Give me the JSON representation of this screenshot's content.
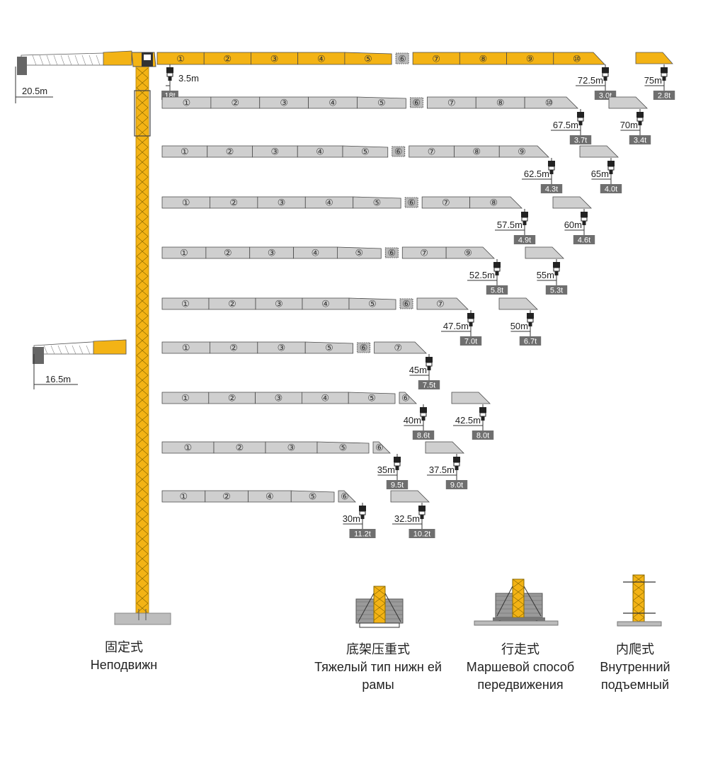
{
  "colors": {
    "jib_yellow": "#F3B315",
    "jib_grey": "#CFCFCF",
    "outline": "#4a4a4a",
    "badge": "#6f6f6f",
    "base": "#bdbdbd"
  },
  "top_jib": {
    "sections": [
      "①",
      "②",
      "③",
      "④",
      "⑤",
      "⑥",
      "⑦",
      "⑧",
      "⑨",
      "⑩"
    ],
    "min_radius": "3.5m",
    "max_load": "18t",
    "radius": "72.5m",
    "load": "3.0t",
    "alt_radius": "75m",
    "alt_load": "2.8t"
  },
  "counter_jibs": [
    {
      "length": "20.5m"
    },
    {
      "length": "16.5m"
    }
  ],
  "jib_rows": [
    {
      "sections": [
        "①",
        "②",
        "③",
        "④",
        "⑤",
        "⑥",
        "⑦",
        "⑧",
        "⑩"
      ],
      "radius": "67.5m",
      "load": "3.7t",
      "alt_radius": "70m",
      "alt_load": "3.4t"
    },
    {
      "sections": [
        "①",
        "②",
        "③",
        "④",
        "⑤",
        "⑥",
        "⑦",
        "⑧",
        "⑨"
      ],
      "radius": "62.5m",
      "load": "4.3t",
      "alt_radius": "65m",
      "alt_load": "4.0t"
    },
    {
      "sections": [
        "①",
        "②",
        "③",
        "④",
        "⑤",
        "⑥",
        "⑦",
        "⑧"
      ],
      "radius": "57.5m",
      "load": "4.9t",
      "alt_radius": "60m",
      "alt_load": "4.6t"
    },
    {
      "sections": [
        "①",
        "②",
        "③",
        "④",
        "⑤",
        "⑥",
        "⑦",
        "⑨"
      ],
      "radius": "52.5m",
      "load": "5.8t",
      "alt_radius": "55m",
      "alt_load": "5.3t"
    },
    {
      "sections": [
        "①",
        "②",
        "③",
        "④",
        "⑤",
        "⑥",
        "⑦"
      ],
      "radius": "47.5m",
      "load": "7.0t",
      "alt_radius": "50m",
      "alt_load": "6.7t"
    },
    {
      "sections": [
        "①",
        "②",
        "③",
        "⑤",
        "⑥",
        "⑦"
      ],
      "radius": "45m",
      "load": "7.5t"
    },
    {
      "sections": [
        "①",
        "②",
        "③",
        "④",
        "⑤",
        "⑥"
      ],
      "radius": "40m",
      "load": "8.6t",
      "alt_radius": "42.5m",
      "alt_load": "8.0t"
    },
    {
      "sections": [
        "①",
        "②",
        "③",
        "⑤",
        "⑥"
      ],
      "radius": "35m",
      "load": "9.5t",
      "alt_radius": "37.5m",
      "alt_load": "9.0t"
    },
    {
      "sections": [
        "①",
        "②",
        "④",
        "⑤",
        "⑥"
      ],
      "radius": "30m",
      "load": "11.2t",
      "alt_radius": "32.5m",
      "alt_load": "10.2t"
    }
  ],
  "base_types": [
    {
      "zh": "固定式",
      "ru": "Неподвижн"
    },
    {
      "zh": "底架压重式",
      "ru": "Тяжелый тип нижн ей рамы"
    },
    {
      "zh": "行走式",
      "ru": "Маршевой способ передвижения"
    },
    {
      "zh": "内爬式",
      "ru": "Внутренний подъемный"
    }
  ]
}
